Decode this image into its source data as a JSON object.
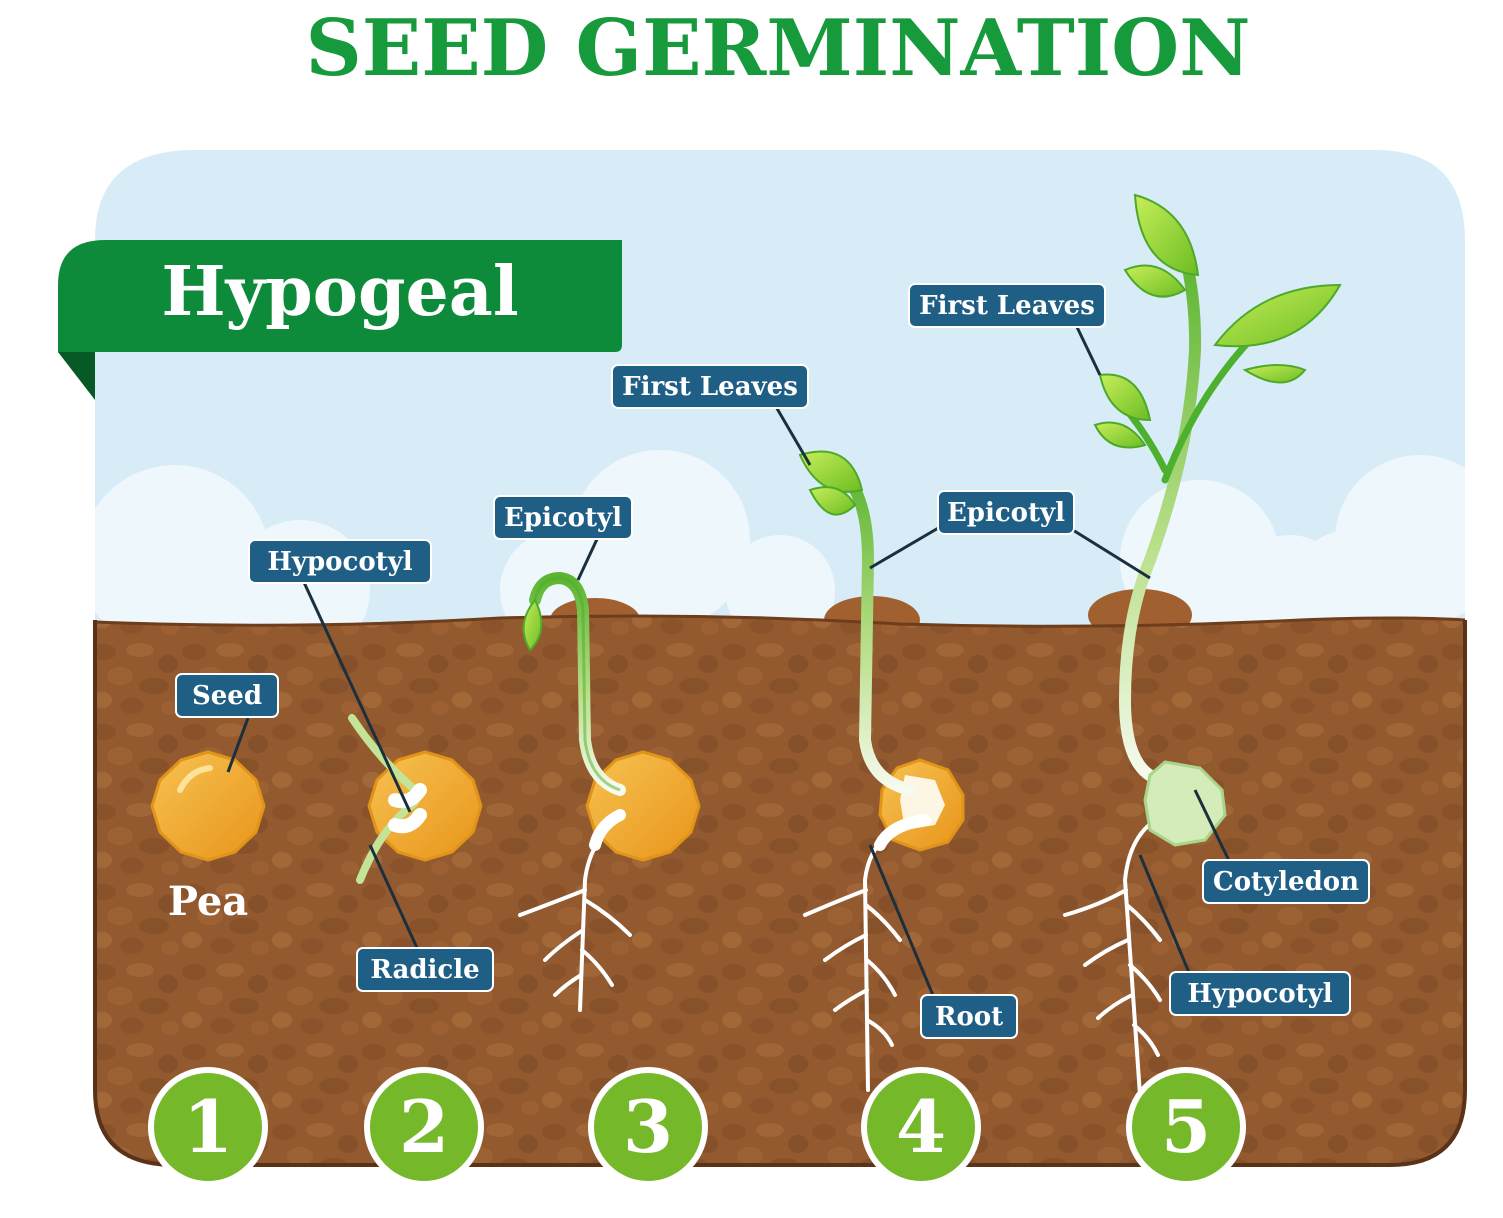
{
  "title": "SEED GERMINATION",
  "banner": "Hypogeal",
  "seed_name": "Pea",
  "stages": [
    {
      "number": "1"
    },
    {
      "number": "2"
    },
    {
      "number": "3"
    },
    {
      "number": "4"
    },
    {
      "number": "5"
    }
  ],
  "labels": {
    "seed": "Seed",
    "hypocotyl_2": "Hypocotyl",
    "radicle": "Radicle",
    "epicotyl_3": "Epicotyl",
    "first_leaves_4": "First Leaves",
    "epicotyl_45": "Epicotyl",
    "root": "Root",
    "first_leaves_5": "First Leaves",
    "cotyledon": "Cotyledon",
    "hypocotyl_5": "Hypocotyl"
  },
  "colors": {
    "title_green": "#169a3c",
    "banner_green": "#0d8a3a",
    "sky": "#d8ecf7",
    "cloud": "#eef7fc",
    "soil": "#93592f",
    "soil_dark": "#7a4522",
    "label_bg": "#1f5f85",
    "number_circle": "#75b82a",
    "seed": "#f2a91d",
    "stem_green": "#4db12f",
    "leaf_green": "#9fd53a"
  }
}
